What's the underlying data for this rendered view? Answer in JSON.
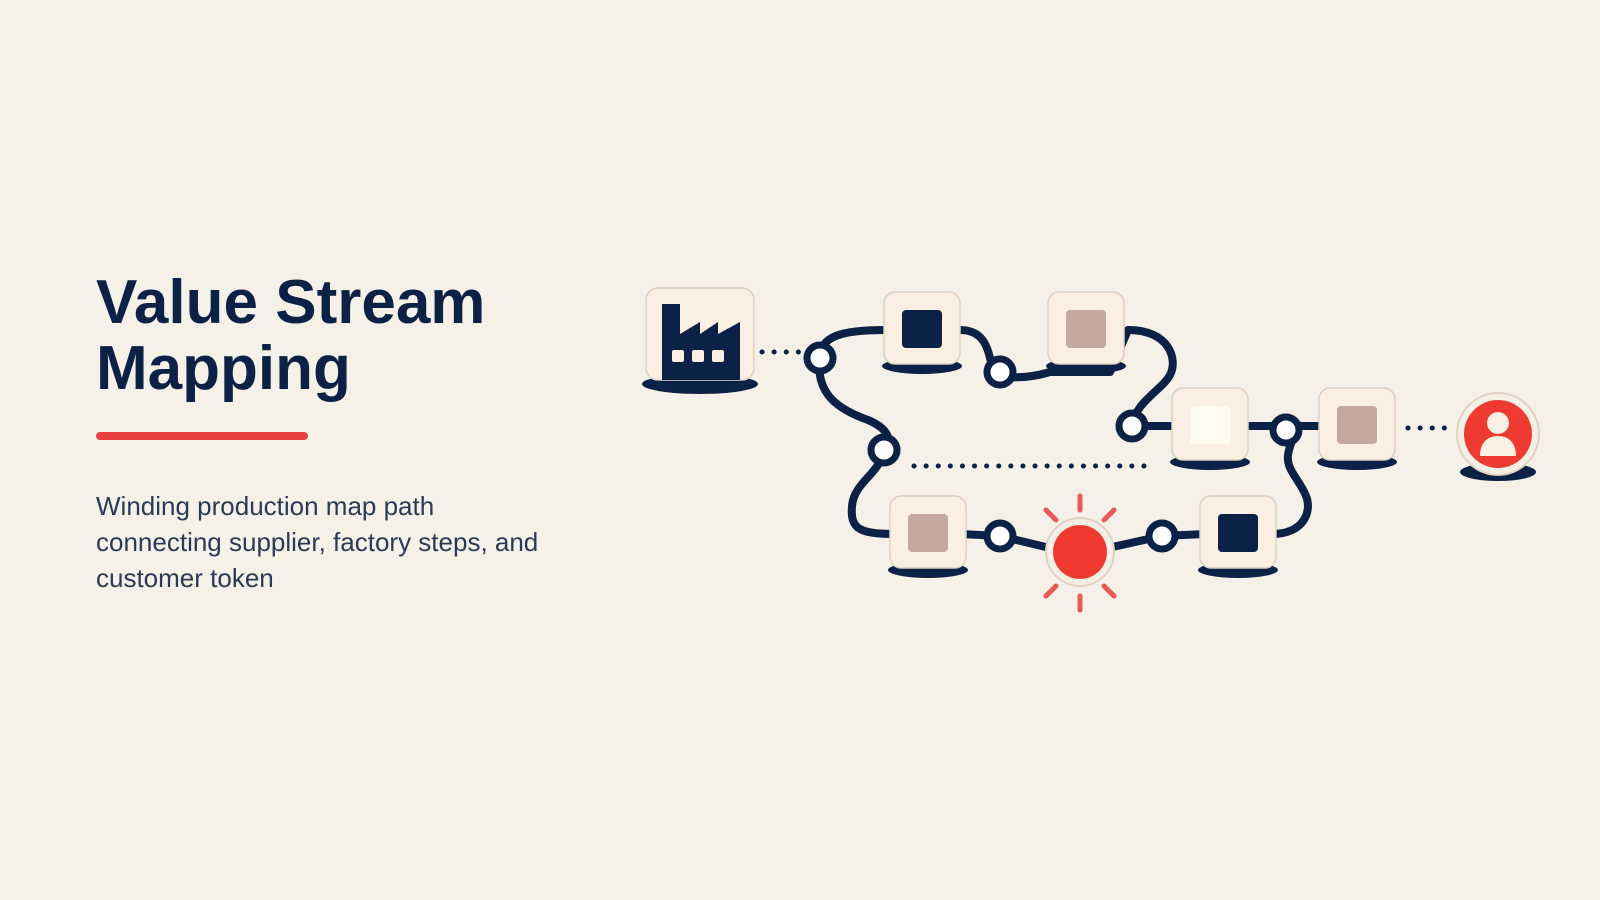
{
  "slide": {
    "title_line1": "Value Stream",
    "title_line2": "Mapping",
    "subtitle": "Winding production map path connecting supplier, factory steps, and customer token"
  },
  "colors": {
    "background": "#f5f0e8",
    "navy": "#0c2146",
    "accent_red": "#e8403e",
    "tile": "#fbeee2",
    "muted_taupe": "#c4aa9e",
    "cream": "#fffcef"
  },
  "icons": {
    "supplier": "factory-icon",
    "customer": "person-icon",
    "bottleneck": "burst-icon"
  }
}
